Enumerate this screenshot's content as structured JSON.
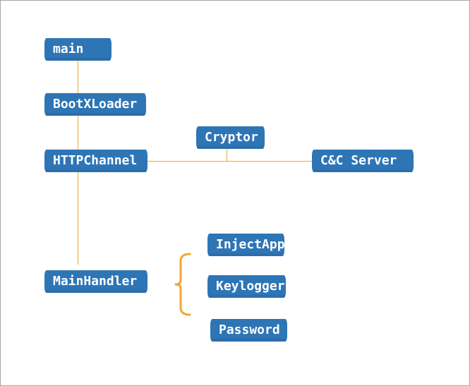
{
  "diagram": {
    "nodes": {
      "main": "main",
      "bootxloader": "BootXLoader",
      "httpchannel": "HTTPChannel",
      "cryptor": "Cryptor",
      "cc_server": "C&C Server",
      "mainhandler": "MainHandler",
      "injectapp": "InjectApp",
      "keylogger": "Keylogger",
      "password": "Password"
    },
    "edges": [
      [
        "main",
        "bootxloader"
      ],
      [
        "bootxloader",
        "httpchannel"
      ],
      [
        "httpchannel",
        "cc_server"
      ],
      [
        "cryptor",
        "httpchannel-cc_server-link"
      ],
      [
        "httpchannel",
        "mainhandler"
      ],
      [
        "mainhandler",
        "injectapp"
      ],
      [
        "mainhandler",
        "keylogger"
      ],
      [
        "mainhandler",
        "password"
      ]
    ],
    "colors": {
      "node_fill": "#2e75b6",
      "node_text": "#ffffff",
      "connector": "#f0a830",
      "border": "#a6a6a6"
    }
  }
}
